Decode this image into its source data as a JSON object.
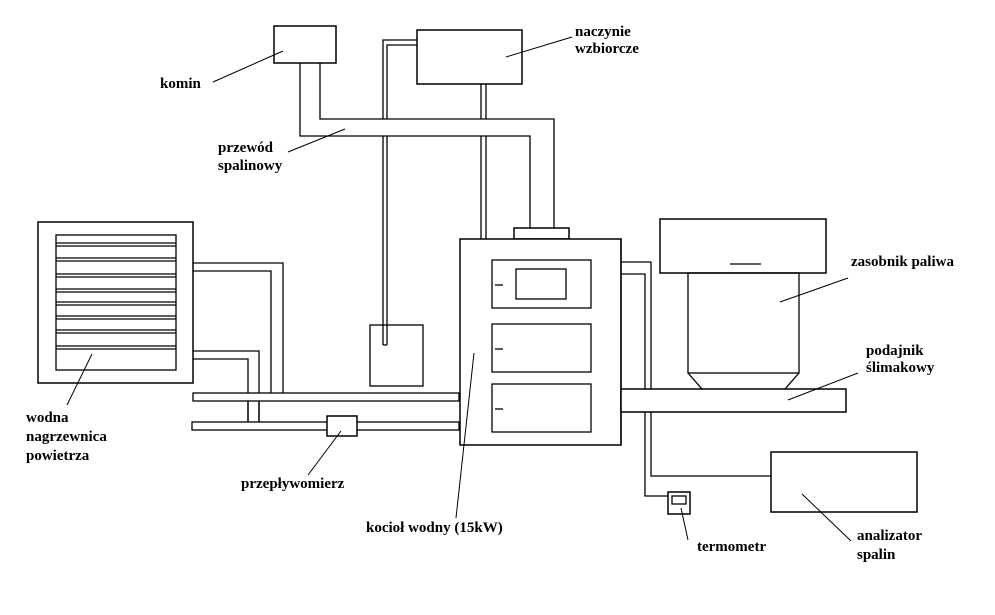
{
  "diagram": {
    "title": "",
    "labels": {
      "komin": "komin",
      "naczynie_1": "naczynie",
      "naczynie_2": "wzbiorcze",
      "przewod_1": "przewód",
      "przewod_2": "spalinowy",
      "zasobnik": "zasobnik paliwa",
      "podajnik_1": "podajnik",
      "podajnik_2": "ślimakowy",
      "nagrzewnica_1": "wodna",
      "nagrzewnica_2": "nagrzewnica",
      "nagrzewnica_3": "powietrza",
      "przeplywomierz": "przepływomierz",
      "kociol": "kocioł wodny (15kW)",
      "termometr": "termometr",
      "analizator_1": "analizator",
      "analizator_2": "spalin"
    },
    "components": [
      "komin",
      "naczynie wzbiorcze",
      "przewód spalinowy",
      "zasobnik paliwa",
      "podajnik ślimakowy",
      "wodna nagrzewnica powietrza",
      "przepływomierz",
      "kocioł wodny (15kW)",
      "termometr",
      "analizator spalin"
    ]
  }
}
